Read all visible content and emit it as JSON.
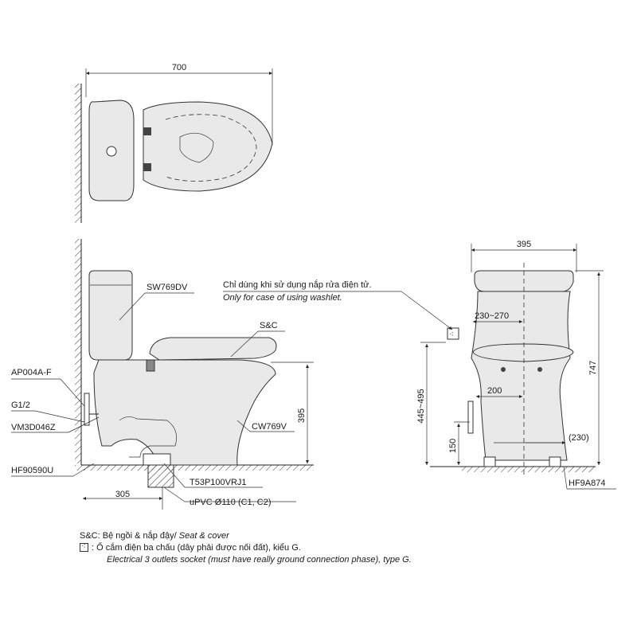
{
  "top_view": {
    "width_dim": "700"
  },
  "side_view": {
    "parts": {
      "tank": "SW769DV",
      "seat_cover": "S&C",
      "bowl": "CW769V",
      "angle_valve": "AP004A-F",
      "thread": "G1/2",
      "hose": "VM3D046Z",
      "flange": "HF90590U",
      "adapter": "T53P100VRJ1",
      "pipe": "uPVC Ø110 (C1, C2)"
    },
    "dims": {
      "rough_in": "305",
      "rim_height": "395"
    }
  },
  "front_view": {
    "note_vi": "Chỉ dùng khi sử dụng nắp rửa điện tử.",
    "note_en": "Only for case of using washlet.",
    "dims": {
      "width": "395",
      "inlet_range": "230~270",
      "outlet_offset": "200",
      "height_total": "747",
      "socket_height": "445~495",
      "inlet_height": "150",
      "fixing_spacing": "(230)"
    },
    "parts": {
      "fixing": "HF9A874"
    }
  },
  "legend": {
    "sc_prefix": "S&C: Bệ ngồi & nắp đậy/",
    "sc_en": "Seat & cover",
    "socket_vi": ": Ổ cắm điện ba chấu (dây phải được nối đất), kiểu G.",
    "socket_en": "Electrical 3 outlets socket (must have really ground connection phase), type G."
  }
}
